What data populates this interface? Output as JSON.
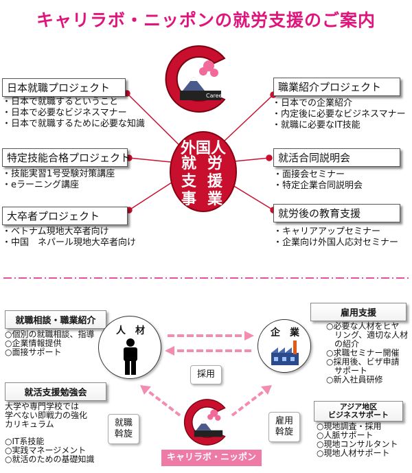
{
  "title": "キャリラボ・ニッポンの就労支援のご案内",
  "logo": {
    "lab_text": "Career Lab"
  },
  "center_circle": {
    "line1": "外国人",
    "col_right": [
      "就",
      "支",
      "事"
    ],
    "col_left": [
      "労",
      "援",
      "業"
    ]
  },
  "top_left": [
    {
      "label": "日本就職プロジェクト",
      "items": [
        "日本で就職するということ",
        "日本で必要なビジネスマナー",
        "日本で就職するために必要な知識"
      ]
    },
    {
      "label": "特定技能合格プロジェクト",
      "items": [
        "技能実習1号受験対策講座",
        "eラーニング講座"
      ]
    },
    {
      "label": "大卒者プロジェクト",
      "items": [
        "ベトナム現地大卒者向け",
        "中国　ネパール現地大卒者向け"
      ]
    }
  ],
  "top_right": [
    {
      "label": "職業紹介プロジェクト",
      "items": [
        "日本での企業紹介",
        "内定後に必要なビジネスマナー",
        "就職に必要なIT技能"
      ]
    },
    {
      "label": "就活合同説明会",
      "items": [
        "面接会セミナー",
        "特定企業合同説明会"
      ]
    },
    {
      "label": "就労後の教育支援",
      "items": [
        "キャリアアップセミナー",
        "企業向け外国人応対セミナー"
      ]
    }
  ],
  "bottom": {
    "left1": {
      "label": "就職相談・職業紹介",
      "items": [
        "個別の就職相談、指導",
        "企業情報提供",
        "面接サポート"
      ]
    },
    "left2": {
      "label": "就活支援勉強会",
      "intro": [
        "大学や専門学校では",
        "学べない即戦力の強化",
        "カリキュラム"
      ],
      "items": [
        "IT系技能",
        "実践マネージメント",
        "就活のための基礎知識"
      ]
    },
    "right1": {
      "label": "雇用支援",
      "items": [
        "必要な人材をヒヤ",
        "　リング、適切な人材",
        "　の紹介",
        "求職セミナー開催",
        "採用後、ビザ申請",
        "　サポート",
        "新入社員研修"
      ]
    },
    "right2": {
      "label_line1": "アジア地区",
      "label_line2": "ビジネスサポート",
      "items": [
        "現地調査・採用",
        "人脈サポート",
        "現地コンサルタント",
        "現地人材サポート"
      ]
    },
    "person_label": "人　材",
    "company_label": "企　業",
    "saiyo": "採用",
    "left_badge": [
      "就職",
      "斡旋"
    ],
    "right_badge": [
      "雇用",
      "斡旋"
    ],
    "bottom_banner": "キャリラボ・ニッポン"
  },
  "colors": {
    "pink": "#e0147d",
    "red": "#c8102e",
    "banner": "#ee7aa6"
  }
}
